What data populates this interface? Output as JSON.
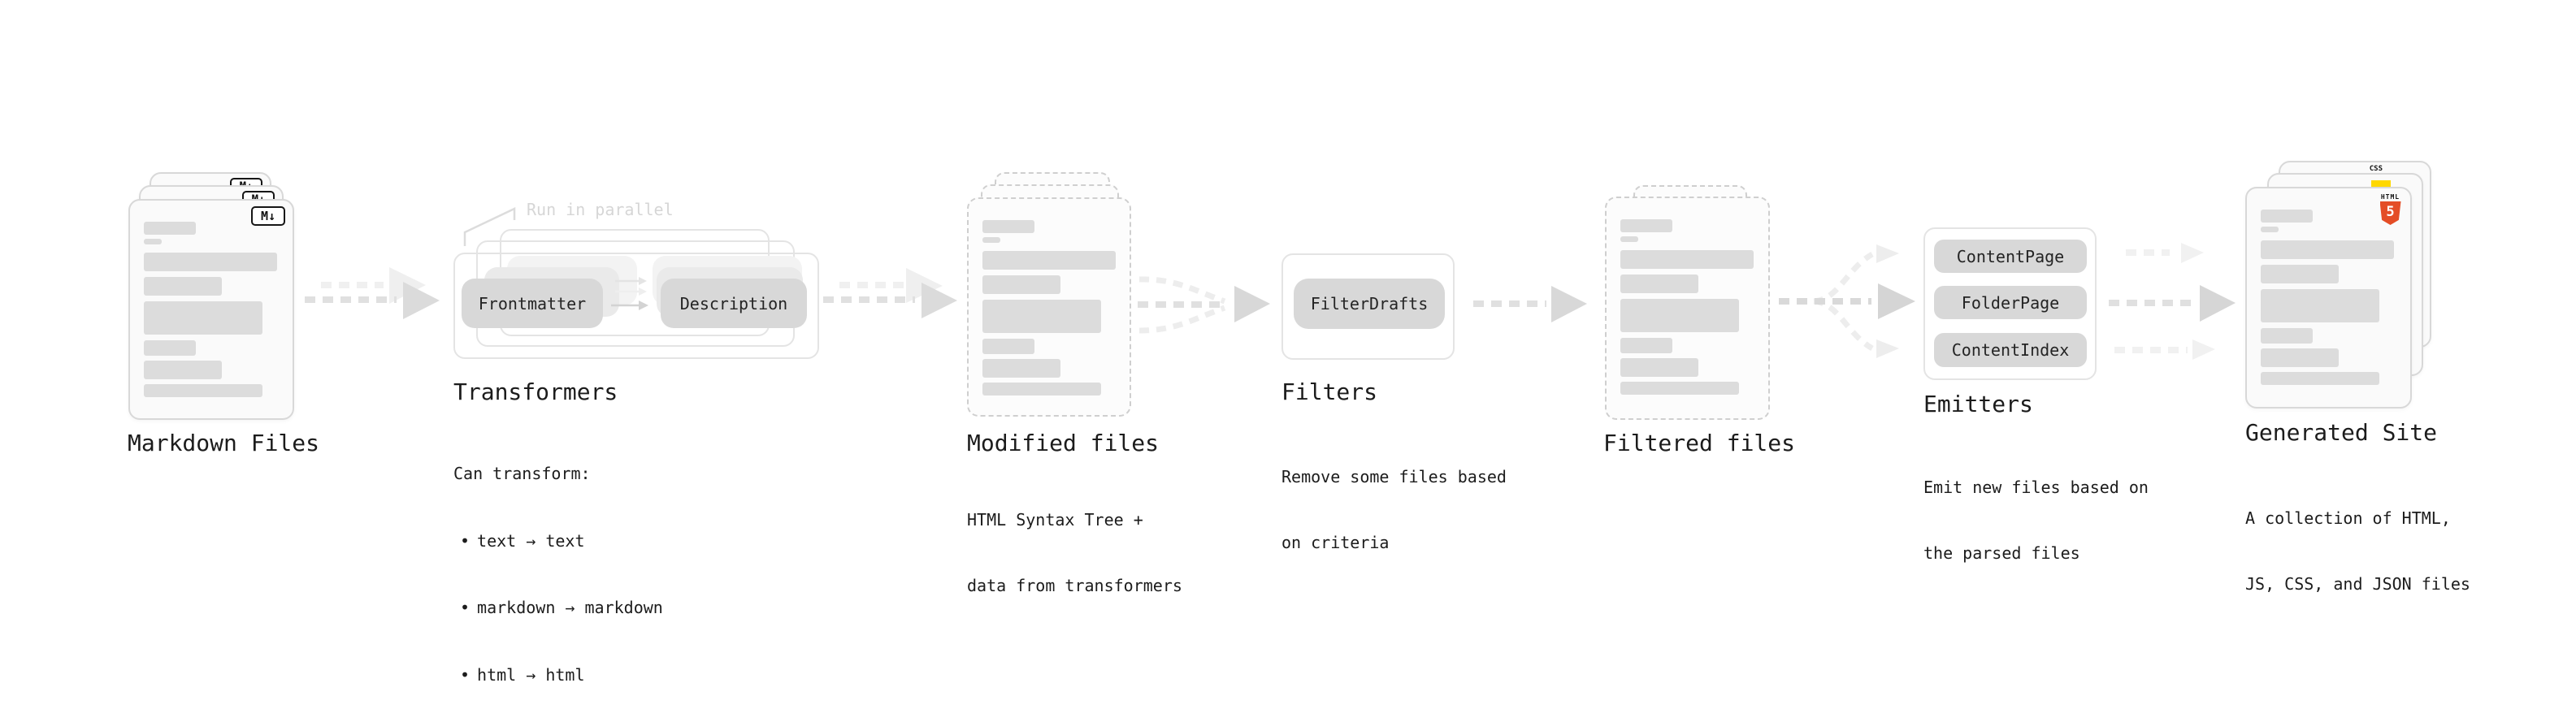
{
  "stages": {
    "markdown_files": {
      "label": "Markdown Files",
      "badge": "M↓"
    },
    "transformers": {
      "title": "Transformers",
      "annotation": "Run in parallel",
      "button_frontmatter": "Frontmatter",
      "button_description": "Description",
      "desc_heading": "Can transform:",
      "bullet": "•",
      "bullets": [
        "text → text",
        "markdown → markdown",
        "html → html"
      ]
    },
    "modified_files": {
      "label": "Modified files",
      "desc_line1": "HTML Syntax Tree +",
      "desc_line2": "data from transformers"
    },
    "filters": {
      "title": "Filters",
      "button_filterdrafts": "FilterDrafts",
      "desc_line1": "Remove some files based",
      "desc_line2": "on criteria"
    },
    "filtered_files": {
      "label": "Filtered files"
    },
    "emitters": {
      "title": "Emitters",
      "buttons": [
        "ContentPage",
        "FolderPage",
        "ContentIndex"
      ],
      "desc_line1": "Emit new files based on",
      "desc_line2": "the parsed files"
    },
    "generated_site": {
      "label": "Generated Site",
      "desc_line1": "A collection of HTML,",
      "desc_line2": "JS, CSS, and JSON files",
      "html5_badge_label": "HTML",
      "html5_badge_number": "5",
      "css_badge_label": "CSS"
    }
  },
  "colors": {
    "html5_orange": "#e44d26",
    "js_yellow": "#ffd800",
    "css_blue": "#2765ec",
    "text": "#1c1c1c",
    "muted_annotation": "#d6d6d6"
  }
}
